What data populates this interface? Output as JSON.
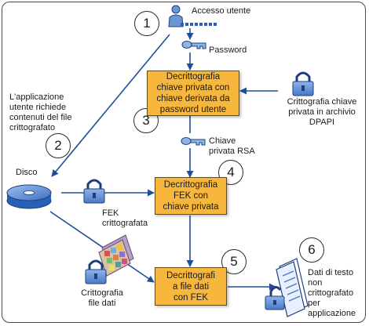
{
  "labels": {
    "user_access": "Accesso utente",
    "password": "Password",
    "app_request": "L'applicazione\nutente richiede\ncontenuti del file\ncrittografato",
    "dpapi": "Crittografia chiave\nprivata in archivio\nDPAPI",
    "rsa_key": "Chiave\nprivata RSA",
    "disk": "Disco",
    "fek_encrypted": "FEK\ncrittografata",
    "data_encrypted": "Crittografia\nfile dati",
    "plain_text": "Dati di testo\nnon\ncrittografato\nper\napplicazione"
  },
  "boxes": {
    "decrypt_private_key": "Decrittografia\nchiave privata con\nchiave derivata da\npassword utente",
    "decrypt_fek": "Decrittografia\nFEK con\nchiave privata",
    "decrypt_file": "Decrittografi\na file dati\ncon FEK"
  },
  "steps": [
    "1",
    "2",
    "3",
    "4",
    "5",
    "6"
  ],
  "colors": {
    "box_fill": "#f6b73c",
    "arrow": "#1f4e9c",
    "icon_blue": "#6a96d6",
    "icon_dark": "#1f3f7a"
  },
  "icons": [
    "user-icon",
    "key-icon",
    "padlock-icon",
    "disk-icon",
    "encrypted-file-icon",
    "document-icon"
  ]
}
